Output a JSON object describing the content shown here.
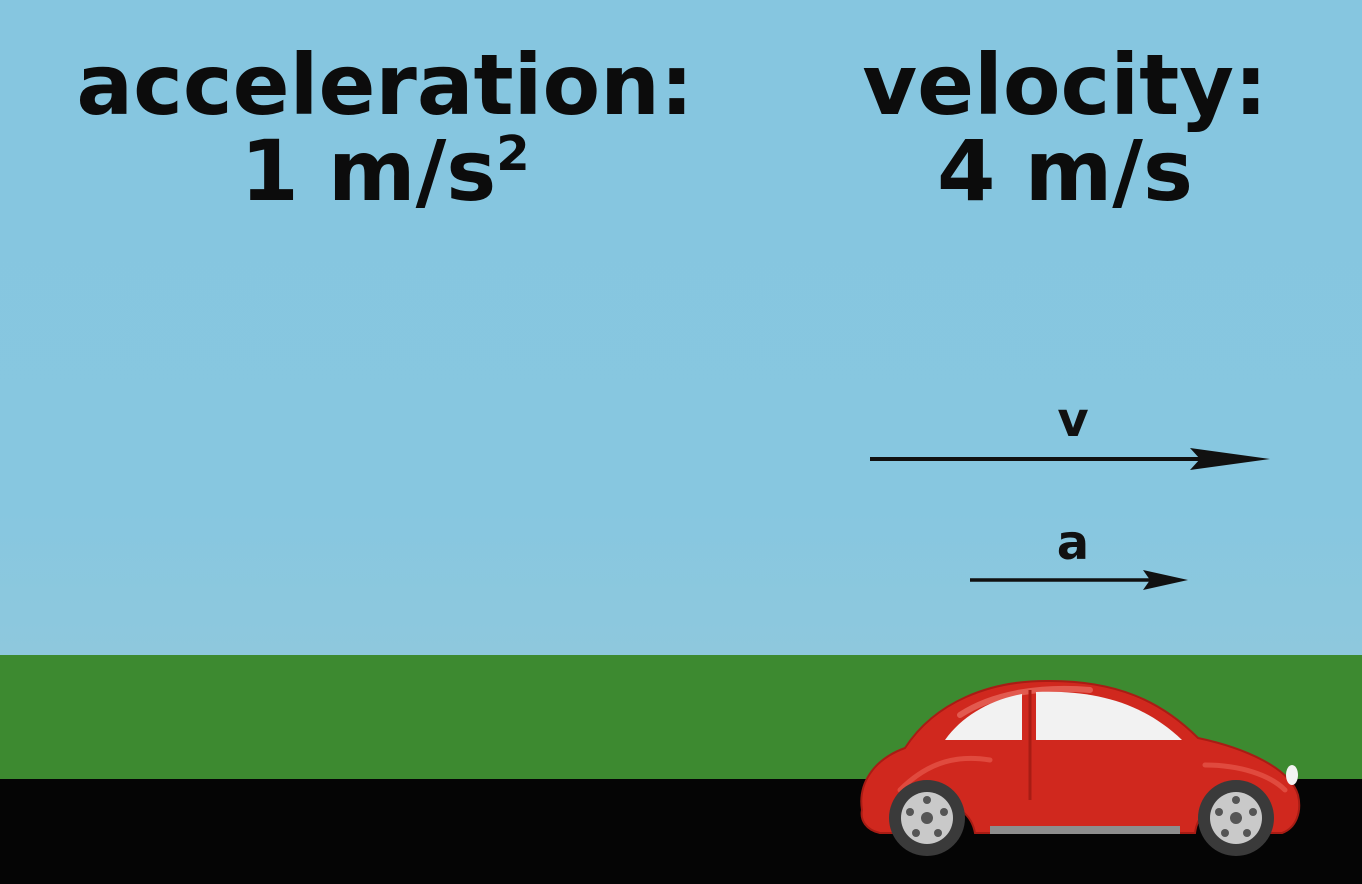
{
  "acceleration": {
    "label": "acceleration:",
    "value": "1 m/s",
    "superscript": "2"
  },
  "velocity": {
    "label": "velocity:",
    "value": "4 m/s"
  },
  "vectors": {
    "v_label": "v",
    "a_label": "a"
  },
  "colors": {
    "sky": "#87c7e0",
    "grass": "#3d8a30",
    "road": "#050505",
    "car": "#d0281e",
    "text": "#0c0c0c"
  }
}
